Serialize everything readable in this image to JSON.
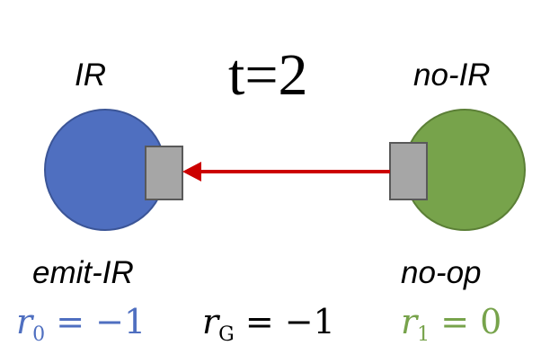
{
  "time_step": "t=2",
  "agents": [
    {
      "state_label": "IR",
      "action_label": "emit-IR",
      "reward": {
        "symbol": "r",
        "sub": "0",
        "rest": " = −1"
      },
      "color": "#4f6fc0"
    },
    {
      "state_label": "no-IR",
      "action_label": "no-op",
      "reward": {
        "symbol": "r",
        "sub": "1",
        "rest": " = 0"
      },
      "color": "#77a34b"
    }
  ],
  "global_reward": {
    "symbol": "r",
    "sub": "G",
    "rest": " = −1",
    "color": "#000000"
  },
  "emitter_color": "#a6a6a6",
  "arrow_color": "#cc0000"
}
